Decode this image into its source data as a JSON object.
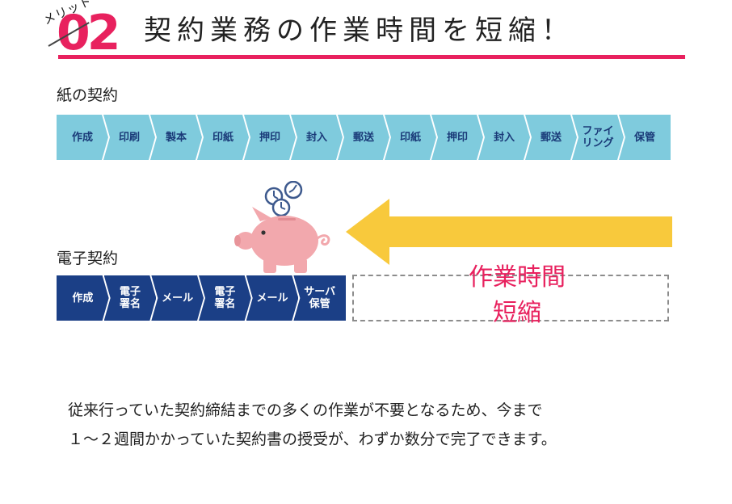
{
  "header": {
    "merit_label": "メリット",
    "merit_number": "02",
    "title": "契約業務の作業時間を短縮！"
  },
  "paper": {
    "label": "紙の契約",
    "steps": [
      "作成",
      "印刷",
      "製本",
      "印紙",
      "押印",
      "封入",
      "郵送",
      "印紙",
      "押印",
      "封入",
      "郵送",
      "ファイ\nリング",
      "保管"
    ]
  },
  "electronic": {
    "label": "電子契約",
    "steps": [
      "作成",
      "電子\n署名",
      "メール",
      "電子\n署名",
      "メール",
      "サーバ\n保管"
    ]
  },
  "savings": {
    "label": "作業時間\n短縮"
  },
  "description": {
    "lines": [
      "従来行っていた契約締結までの多くの作業が不要となるため、今まで",
      "１～２週間かかっていた契約書の授受が、わずか数分で完了できます。"
    ]
  },
  "colors": {
    "accent": "#e8215e",
    "paper_step": "#7fcbdd",
    "paper_step_text": "#1a3a78",
    "electronic_step": "#1b3f86",
    "arrow": "#f8c93c",
    "piggy": "#f2a8ad",
    "clock": "#3e5a8e"
  },
  "icons": [
    "piggy-bank-icon",
    "clock-icon",
    "arrow-left-icon"
  ]
}
